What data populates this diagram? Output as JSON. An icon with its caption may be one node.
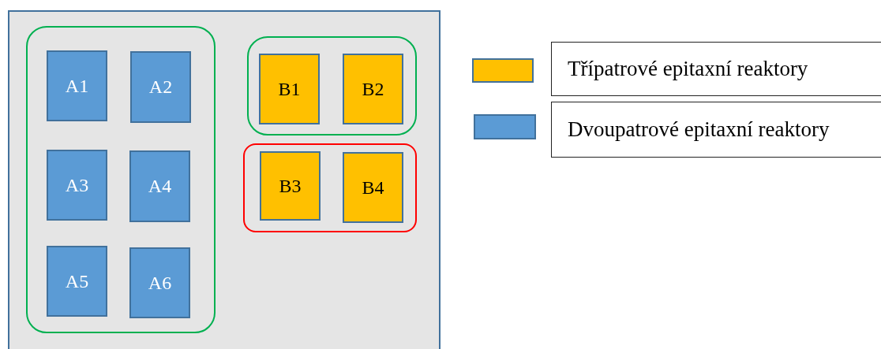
{
  "diagram": {
    "nodes": [
      {
        "text": [],
        "shape": "box"
      },
      {
        "text": [],
        "shape": "box",
        "in": 0
      },
      {
        "text": [
          "A1"
        ],
        "in": 1
      },
      {
        "text": [
          "A2"
        ],
        "in": 1
      },
      {
        "text": [
          "A3"
        ],
        "in": 1
      },
      {
        "text": [
          "A4"
        ],
        "in": 1
      },
      {
        "text": [
          "A5"
        ],
        "in": 1
      },
      {
        "text": [
          "A6"
        ],
        "in": 1
      },
      {
        "text": [],
        "shape": "box",
        "in": 0
      },
      {
        "text": [
          "B1"
        ],
        "in": 8
      },
      {
        "text": [
          "B2"
        ],
        "in": 8
      },
      {
        "text": [],
        "shape": "box",
        "in": 0
      },
      {
        "text": [
          "B3"
        ],
        "in": 11
      },
      {
        "text": [
          "B4"
        ],
        "in": 11
      }
    ],
    "legend": [
      {
        "text": "Třípatrové epitaxní reaktory",
        "color": "#ffc000"
      },
      {
        "text": "Dvoupatrové epitaxní reaktory",
        "color": "#5b9bd5"
      }
    ]
  }
}
